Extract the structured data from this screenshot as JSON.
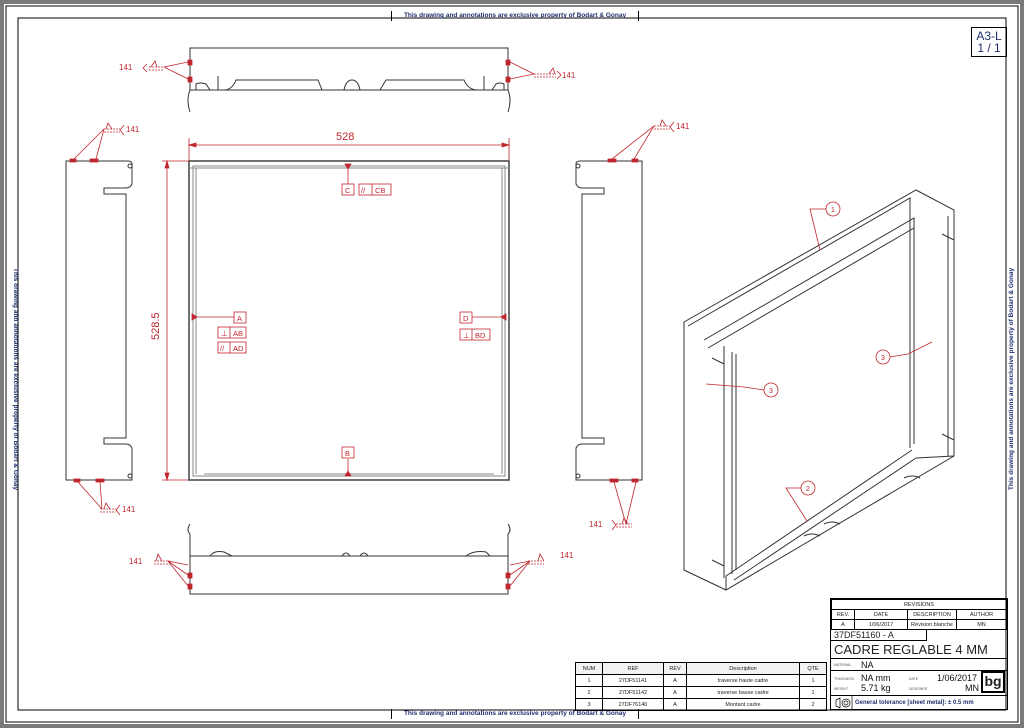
{
  "sheet": {
    "format": "A3-L",
    "page": "1 / 1",
    "border_notice": "This drawing and annotations are exclusive property of Bodart & Gonay"
  },
  "views": {
    "front": {
      "width_dimension": "528",
      "height_dimension": "528.5",
      "datums": [
        "A",
        "B",
        "C",
        "D"
      ],
      "tolerances": [
        {
          "symbol": "⊥",
          "ref": "AB"
        },
        {
          "symbol": "//",
          "ref": "AD"
        },
        {
          "symbol": "//",
          "ref": "CB"
        },
        {
          "symbol": "⊥",
          "ref": "BD"
        }
      ]
    },
    "weld_symbol": "141",
    "balloons": [
      "1",
      "2",
      "3",
      "3"
    ]
  },
  "colors": {
    "annotation": "#c0262d",
    "line": "#333333",
    "title_blue": "#1f2f6e"
  },
  "bom": {
    "headers": [
      "NUM",
      "REF",
      "REV",
      "Description",
      "QTE"
    ],
    "rows": [
      [
        "1",
        "27DF51141",
        "A",
        "traverse haute cadre",
        "1"
      ],
      [
        "2",
        "27DF51142",
        "A",
        "traverse basse cadre",
        "1"
      ],
      [
        "3",
        "27DF76140",
        "A",
        "Montant cadre",
        "2"
      ]
    ]
  },
  "title_block": {
    "revisions_title": "REVISIONS",
    "revision_headers": [
      "REV.",
      "DATE",
      "DESCRIPTION",
      "AUTHOR"
    ],
    "revision_row": [
      "A",
      "1/06/2017",
      "Révision blanche",
      "MN"
    ],
    "part_number": "37DF51160 - A",
    "part_title": "CADRE REGLABLE 4 MM",
    "material_label": "MATERIAL",
    "material": "NA",
    "thickness_label": "THICKNESS",
    "thickness": "NA mm",
    "weight_label": "WEIGHT",
    "weight": "5.71 kg",
    "date_label": "DATE",
    "date": "1/06/2017",
    "designer_label": "DESIGNER",
    "designer": "MN",
    "logo": "bg",
    "tolerance_note": "General tolerance [sheet metal]: ± 0.5 mm"
  }
}
